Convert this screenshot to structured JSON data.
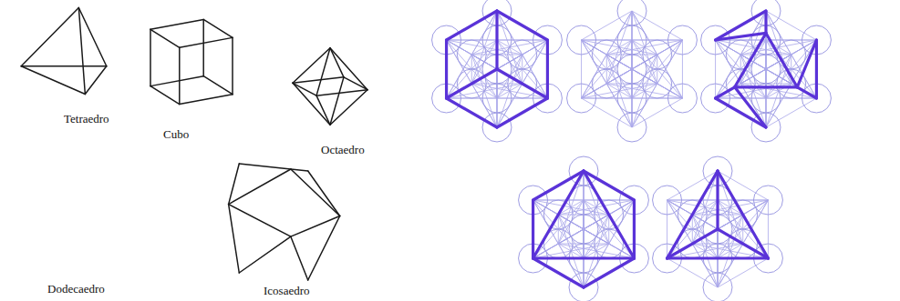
{
  "diagram": {
    "labels": [
      "Tetraedro",
      "Cubo",
      "Octaedro",
      "Dodecaedro",
      "Icosaedro"
    ]
  }
}
